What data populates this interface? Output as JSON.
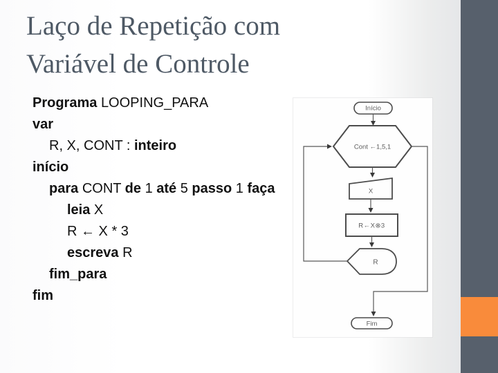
{
  "title": {
    "line1": "Laço de Repetição com",
    "line2": "Variável de Controle"
  },
  "code": {
    "lines": [
      {
        "indent": 0,
        "segments": [
          {
            "text": "Programa ",
            "bold": true
          },
          {
            "text": "LOOPING_PARA",
            "bold": false
          }
        ]
      },
      {
        "indent": 0,
        "segments": [
          {
            "text": "var",
            "bold": true
          }
        ]
      },
      {
        "indent": 1,
        "segments": [
          {
            "text": "R, X, CONT : ",
            "bold": false
          },
          {
            "text": "inteiro",
            "bold": true
          }
        ]
      },
      {
        "indent": 0,
        "segments": [
          {
            "text": "início",
            "bold": true
          }
        ]
      },
      {
        "indent": 1,
        "segments": [
          {
            "text": "para ",
            "bold": true
          },
          {
            "text": "CONT ",
            "bold": false
          },
          {
            "text": "de ",
            "bold": true
          },
          {
            "text": "1 ",
            "bold": false
          },
          {
            "text": "até ",
            "bold": true
          },
          {
            "text": "5 ",
            "bold": false
          },
          {
            "text": "passo ",
            "bold": true
          },
          {
            "text": "1 ",
            "bold": false
          },
          {
            "text": "faça",
            "bold": true
          }
        ]
      },
      {
        "indent": 2,
        "segments": [
          {
            "text": "leia ",
            "bold": true
          },
          {
            "text": "X",
            "bold": false
          }
        ]
      },
      {
        "indent": 2,
        "segments": [
          {
            "text": "R ← X * 3",
            "bold": false
          }
        ]
      },
      {
        "indent": 2,
        "segments": [
          {
            "text": "escreva ",
            "bold": true
          },
          {
            "text": "R",
            "bold": false
          }
        ]
      },
      {
        "indent": 1,
        "segments": [
          {
            "text": "fim_para",
            "bold": true
          }
        ]
      },
      {
        "indent": 0,
        "segments": [
          {
            "text": "fim",
            "bold": true
          }
        ]
      }
    ]
  },
  "flowchart": {
    "labels": {
      "start": "Início",
      "loop": "Cont ←1,5,1",
      "input": "X",
      "process": "R←X⊗3",
      "output": "R",
      "end": "Fim"
    }
  },
  "colors": {
    "accent_bar": "#57606c",
    "accent_square": "#f98b3b",
    "title_text": "#4e5965",
    "flowchart_line": "#4c4c4c"
  }
}
